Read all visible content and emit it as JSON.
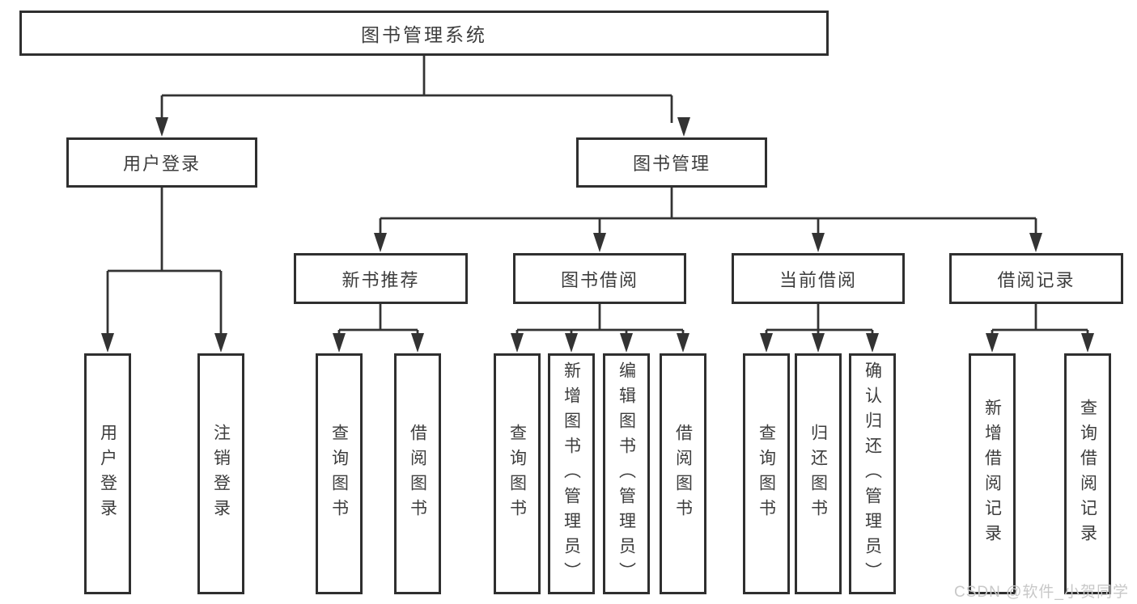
{
  "diagram": {
    "type": "hierarchy-tree",
    "colors": {
      "line": "#333333",
      "box_border": "#2f2f2f",
      "box_background": "#ffffff",
      "text": "#3d3d3d",
      "watermark": "#c8c8c8"
    },
    "tree": {
      "label": "图书管理系统",
      "children": [
        {
          "label": "用户登录",
          "children": [
            {
              "label": "用户登录"
            },
            {
              "label": "注销登录"
            }
          ]
        },
        {
          "label": "图书管理",
          "children": [
            {
              "label": "新书推荐",
              "children": [
                {
                  "label": "查询图书"
                },
                {
                  "label": "借阅图书"
                }
              ]
            },
            {
              "label": "图书借阅",
              "children": [
                {
                  "label": "查询图书"
                },
                {
                  "label": "新增图书（管理员）"
                },
                {
                  "label": "编辑图书（管理员）"
                },
                {
                  "label": "借阅图书"
                }
              ]
            },
            {
              "label": "当前借阅",
              "children": [
                {
                  "label": "查询图书"
                },
                {
                  "label": "归还图书"
                },
                {
                  "label": "确认归还（管理员）"
                }
              ]
            },
            {
              "label": "借阅记录",
              "children": [
                {
                  "label": "新增借阅记录"
                },
                {
                  "label": "查询借阅记录"
                }
              ]
            }
          ]
        }
      ]
    },
    "watermark": "CSDN @软件_小贺同学"
  }
}
